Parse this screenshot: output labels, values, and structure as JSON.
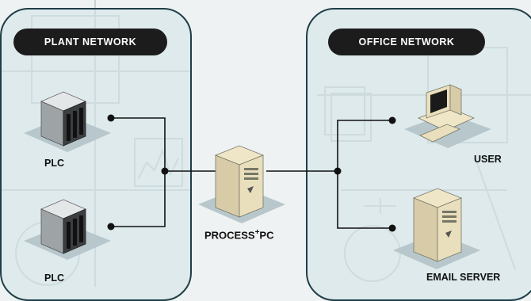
{
  "zones": {
    "plant": {
      "title": "PLANT NETWORK"
    },
    "office": {
      "title": "OFFICE NETWORK"
    }
  },
  "devices": {
    "plc_top": {
      "label": "PLC"
    },
    "plc_bottom": {
      "label": "PLC"
    },
    "process_pc": {
      "label_main": "PROCESS",
      "label_sup": "+",
      "label_end": "PC"
    },
    "user": {
      "label": "USER"
    },
    "email_server": {
      "label": "EMAIL SERVER"
    }
  },
  "colors": {
    "zone_border": "#1f3e47",
    "pill_bg": "#1c1c1c",
    "wire": "#111111"
  }
}
